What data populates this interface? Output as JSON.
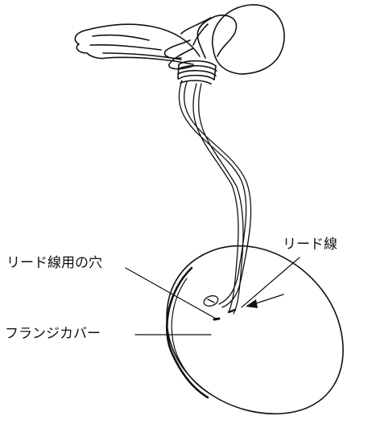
{
  "diagram": {
    "labels": {
      "lead_hole": "リード線用の穴",
      "lead_wire": "リード線",
      "flange_cover": "フランジカバー"
    },
    "colors": {
      "ink": "#111111",
      "background": "#ffffff"
    }
  }
}
